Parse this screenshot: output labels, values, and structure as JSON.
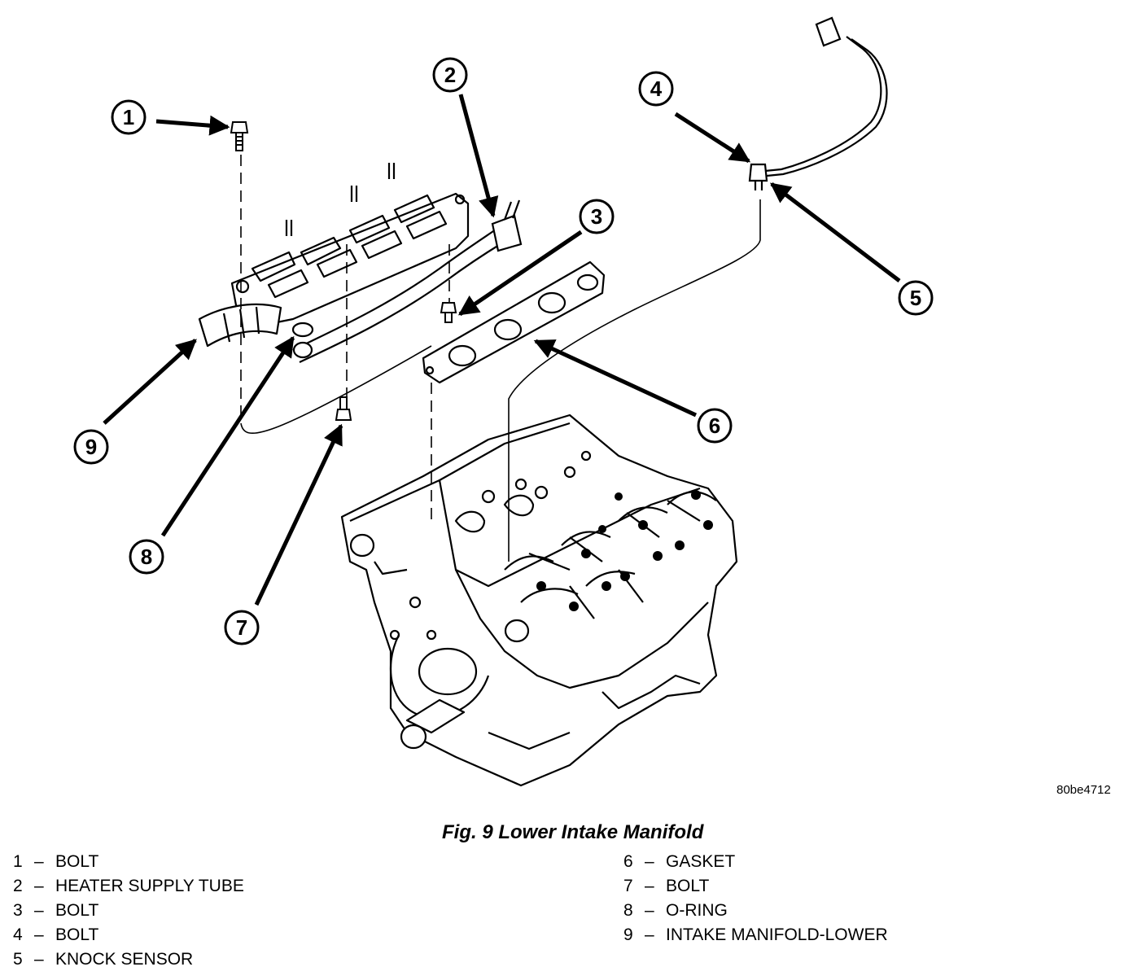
{
  "figure": {
    "id_code": "80be4712",
    "caption": "Fig. 9 Lower Intake Manifold"
  },
  "callouts": [
    "1",
    "2",
    "3",
    "4",
    "5",
    "6",
    "7",
    "8",
    "9"
  ],
  "legend": {
    "dash": "–",
    "left": [
      {
        "num": "1",
        "label": "BOLT"
      },
      {
        "num": "2",
        "label": "HEATER SUPPLY TUBE"
      },
      {
        "num": "3",
        "label": "BOLT"
      },
      {
        "num": "4",
        "label": "BOLT"
      },
      {
        "num": "5",
        "label": "KNOCK SENSOR"
      }
    ],
    "right": [
      {
        "num": "6",
        "label": "GASKET"
      },
      {
        "num": "7",
        "label": "BOLT"
      },
      {
        "num": "8",
        "label": "O-RING"
      },
      {
        "num": "9",
        "label": "INTAKE MANIFOLD-LOWER"
      }
    ]
  }
}
